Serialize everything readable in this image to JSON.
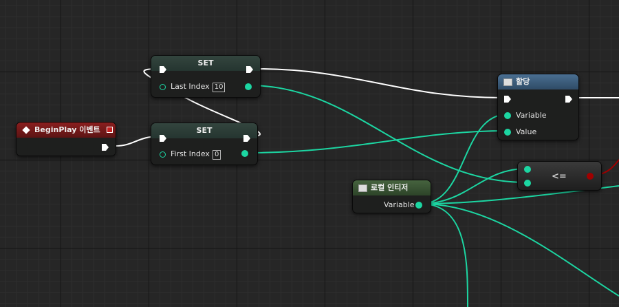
{
  "colors": {
    "exec_wire": "#ffffff",
    "int_wire": "#1cd6a2",
    "bool_wire": "#a00000"
  },
  "nodes": {
    "set_last": {
      "title": "SET",
      "pin_label": "Last Index",
      "value": "10"
    },
    "set_first": {
      "title": "SET",
      "pin_label": "First Index",
      "value": "0"
    },
    "begin_play": {
      "title": "BeginPlay 이벤트",
      "icon": "event-diamond-icon"
    },
    "assign": {
      "title": "할당",
      "pin_variable": "Variable",
      "pin_value": "Value",
      "icon": "variable-icon"
    },
    "local_int": {
      "title": "로컬 인티저",
      "pin_variable": "Variable",
      "icon": "variable-icon"
    },
    "compare": {
      "op": "<="
    }
  }
}
